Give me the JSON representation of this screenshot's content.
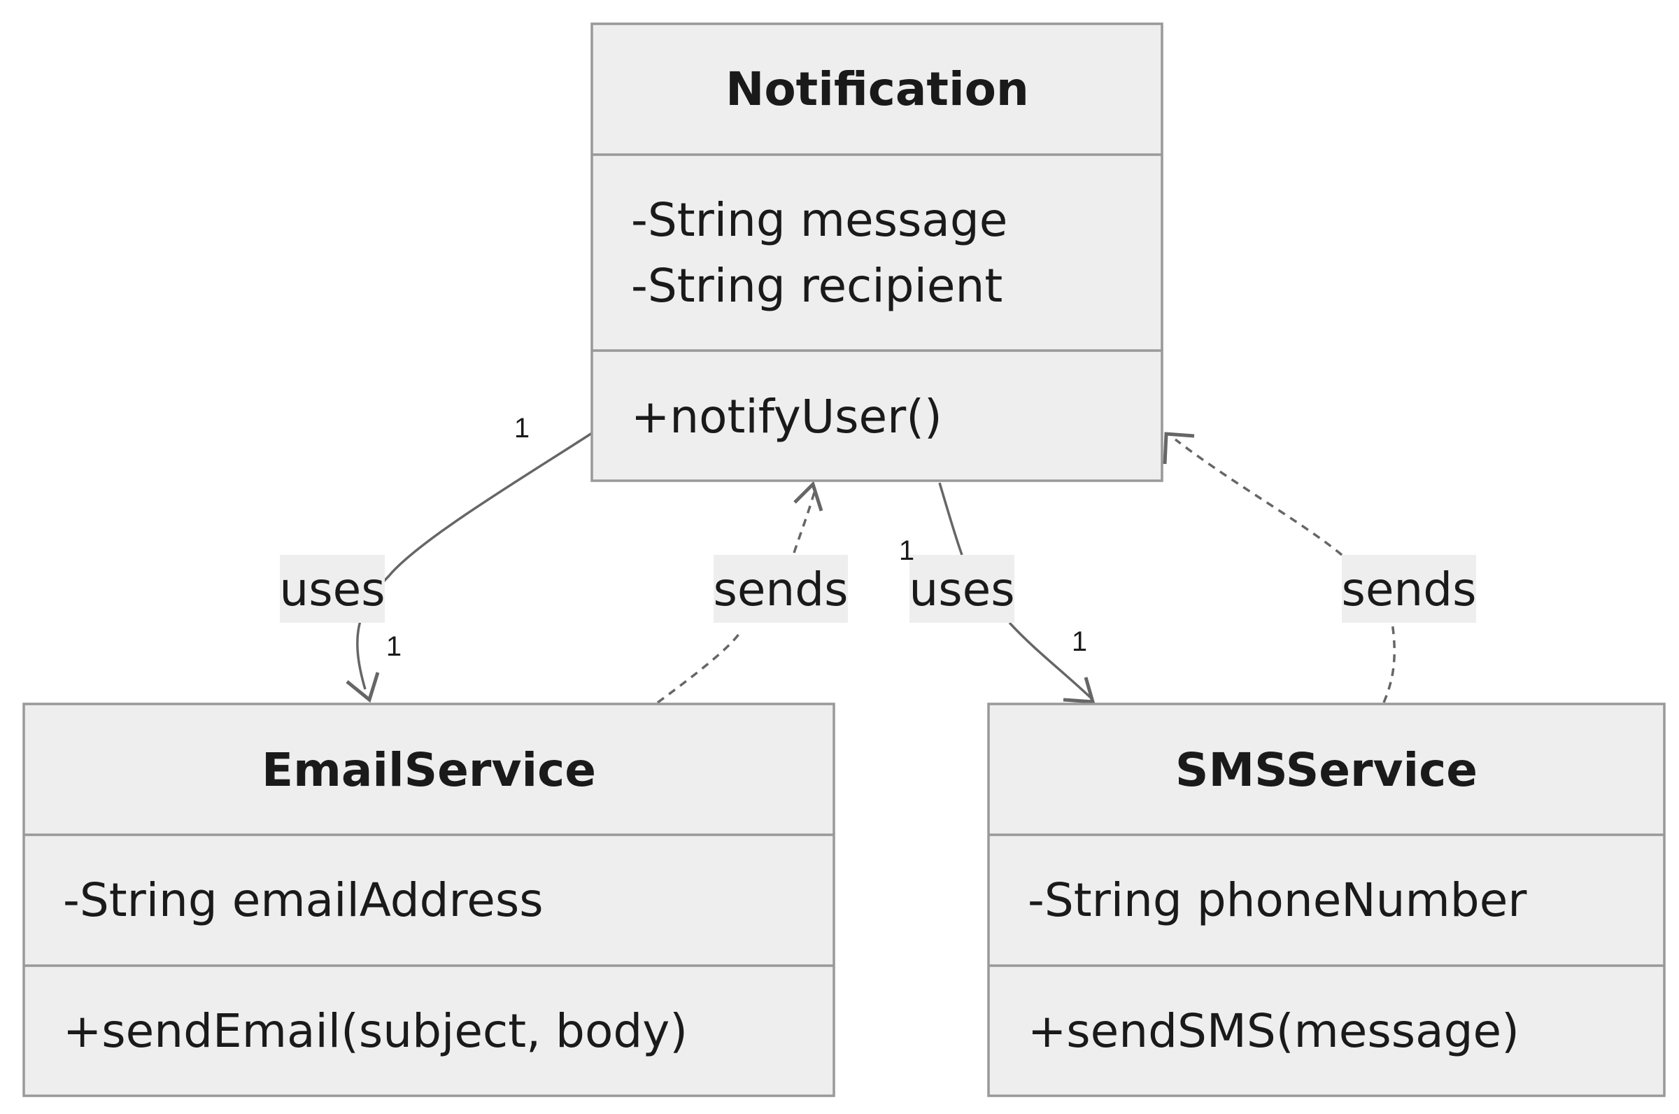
{
  "classes": {
    "notification": {
      "name": "Notification",
      "attributes": [
        "-String message",
        "-String recipient"
      ],
      "methods": [
        "+notifyUser()"
      ]
    },
    "email_service": {
      "name": "EmailService",
      "attributes": [
        "-String emailAddress"
      ],
      "methods": [
        "+sendEmail(subject, body)"
      ]
    },
    "sms_service": {
      "name": "SMSService",
      "attributes": [
        "-String phoneNumber"
      ],
      "methods": [
        "+sendSMS(message)"
      ]
    }
  },
  "relations": {
    "notification_uses_email": {
      "label": "uses",
      "from_multiplicity": "1",
      "to_multiplicity": "1",
      "style": "solid"
    },
    "email_sends_notification": {
      "label": "sends",
      "style": "dashed"
    },
    "notification_uses_sms": {
      "label": "uses",
      "from_multiplicity": "1",
      "to_multiplicity": "1",
      "style": "solid"
    },
    "sms_sends_notification": {
      "label": "sends",
      "style": "dashed"
    }
  },
  "colors": {
    "box_fill": "#eeeeee",
    "box_stroke": "#999999",
    "edge_stroke": "#666666",
    "text": "#1a1a1a"
  }
}
